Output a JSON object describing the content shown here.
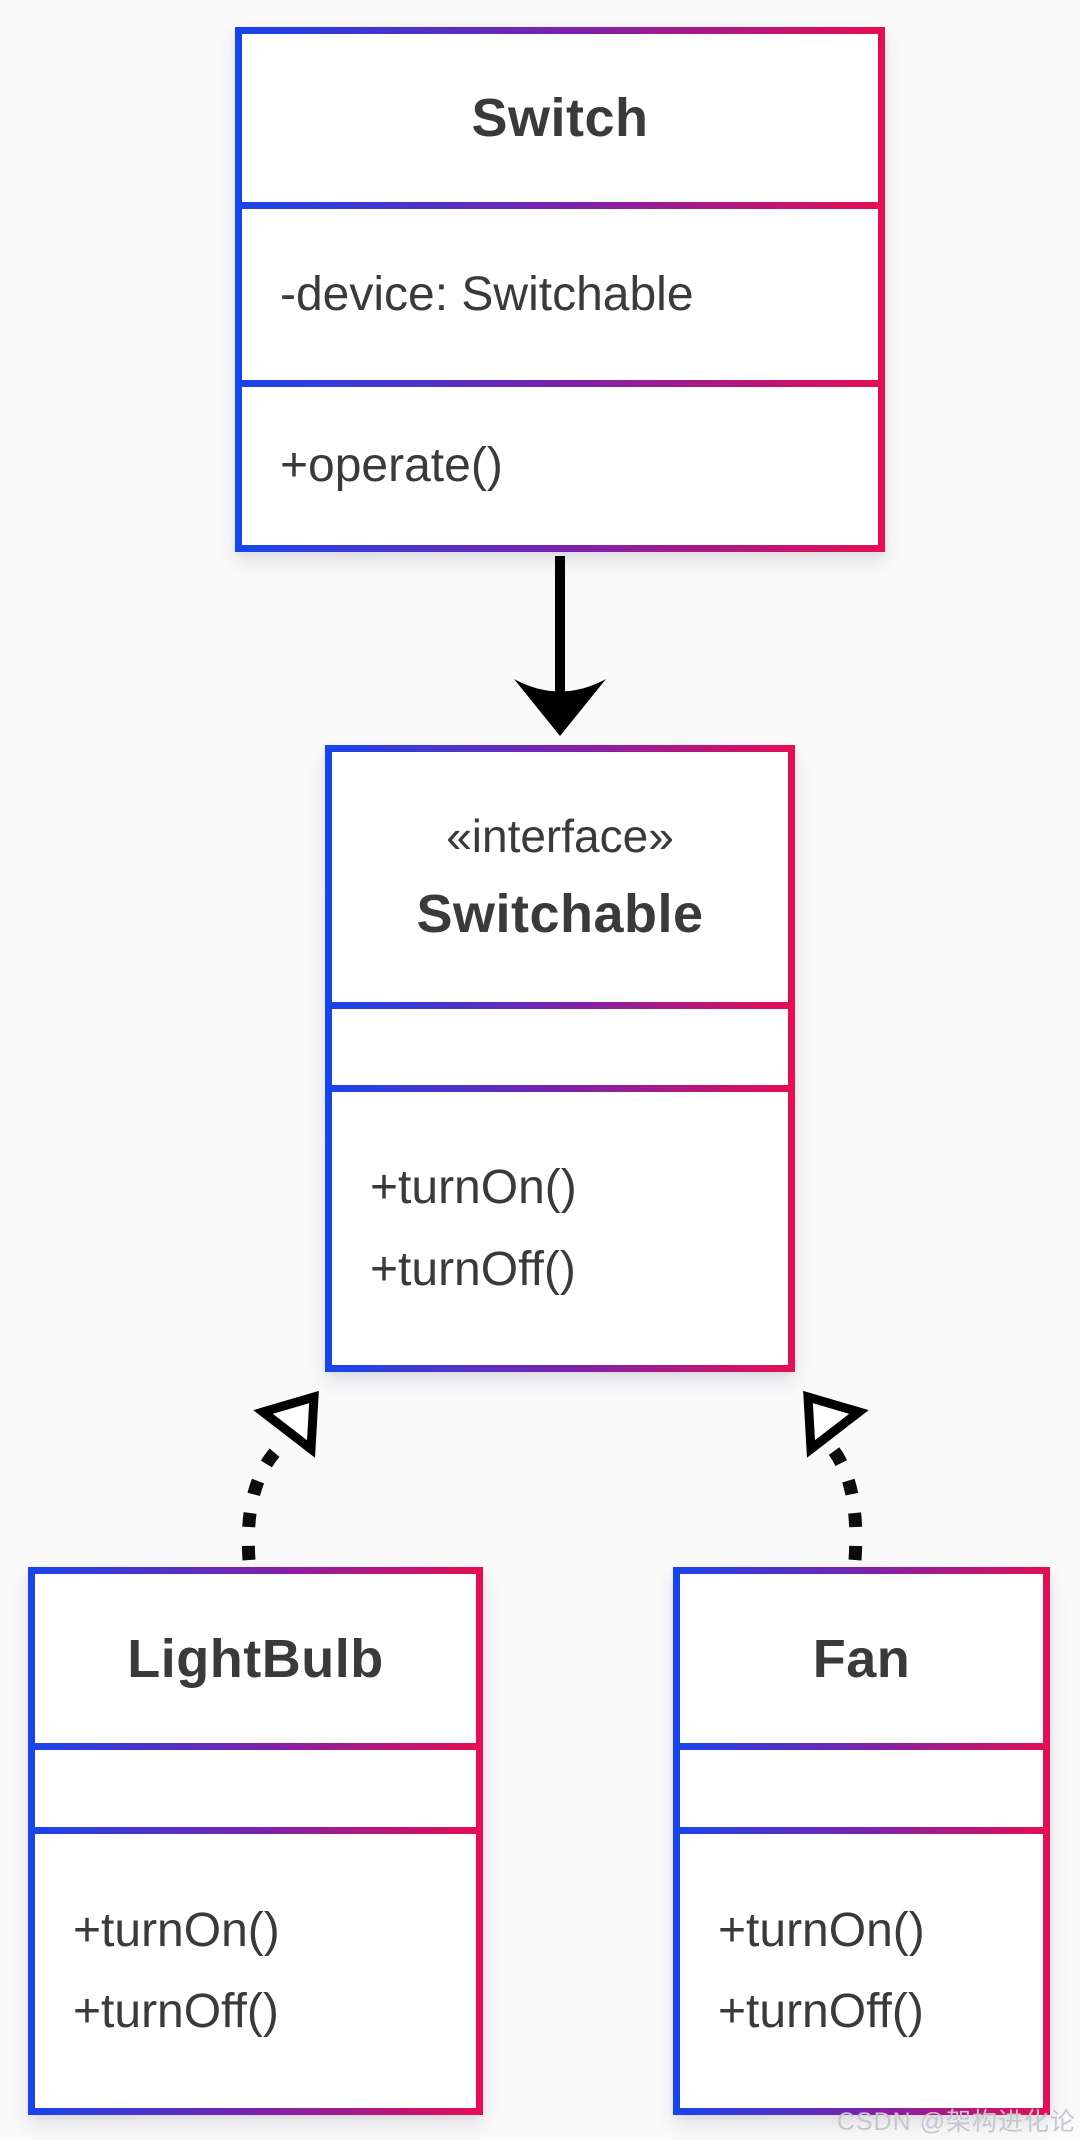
{
  "classes": {
    "switch": {
      "name": "Switch",
      "attributes": [
        "-device: Switchable"
      ],
      "methods": [
        "+operate()"
      ]
    },
    "switchable": {
      "stereotype": "«interface»",
      "name": "Switchable",
      "attributes": [],
      "methods": [
        "+turnOn()",
        "+turnOff()"
      ]
    },
    "lightbulb": {
      "name": "LightBulb",
      "attributes": [],
      "methods": [
        "+turnOn()",
        "+turnOff()"
      ]
    },
    "fan": {
      "name": "Fan",
      "attributes": [],
      "methods": [
        "+turnOn()",
        "+turnOff()"
      ]
    }
  },
  "relations": [
    {
      "type": "directed-association-solid-arrow",
      "from": "Switch",
      "to": "Switchable"
    },
    {
      "type": "realization-dotted-hollow-triangle",
      "from": "LightBulb",
      "to": "Switchable"
    },
    {
      "type": "realization-dotted-hollow-triangle",
      "from": "Fan",
      "to": "Switchable"
    }
  ],
  "watermark": "CSDN @架构进化论",
  "colors": {
    "gradient_start": "#1745ec",
    "gradient_mid": "#7d22ab",
    "gradient_end": "#e60d53",
    "text": "#3a3a3a",
    "arrow": "#000000",
    "watermark": "#c6c7cc"
  }
}
